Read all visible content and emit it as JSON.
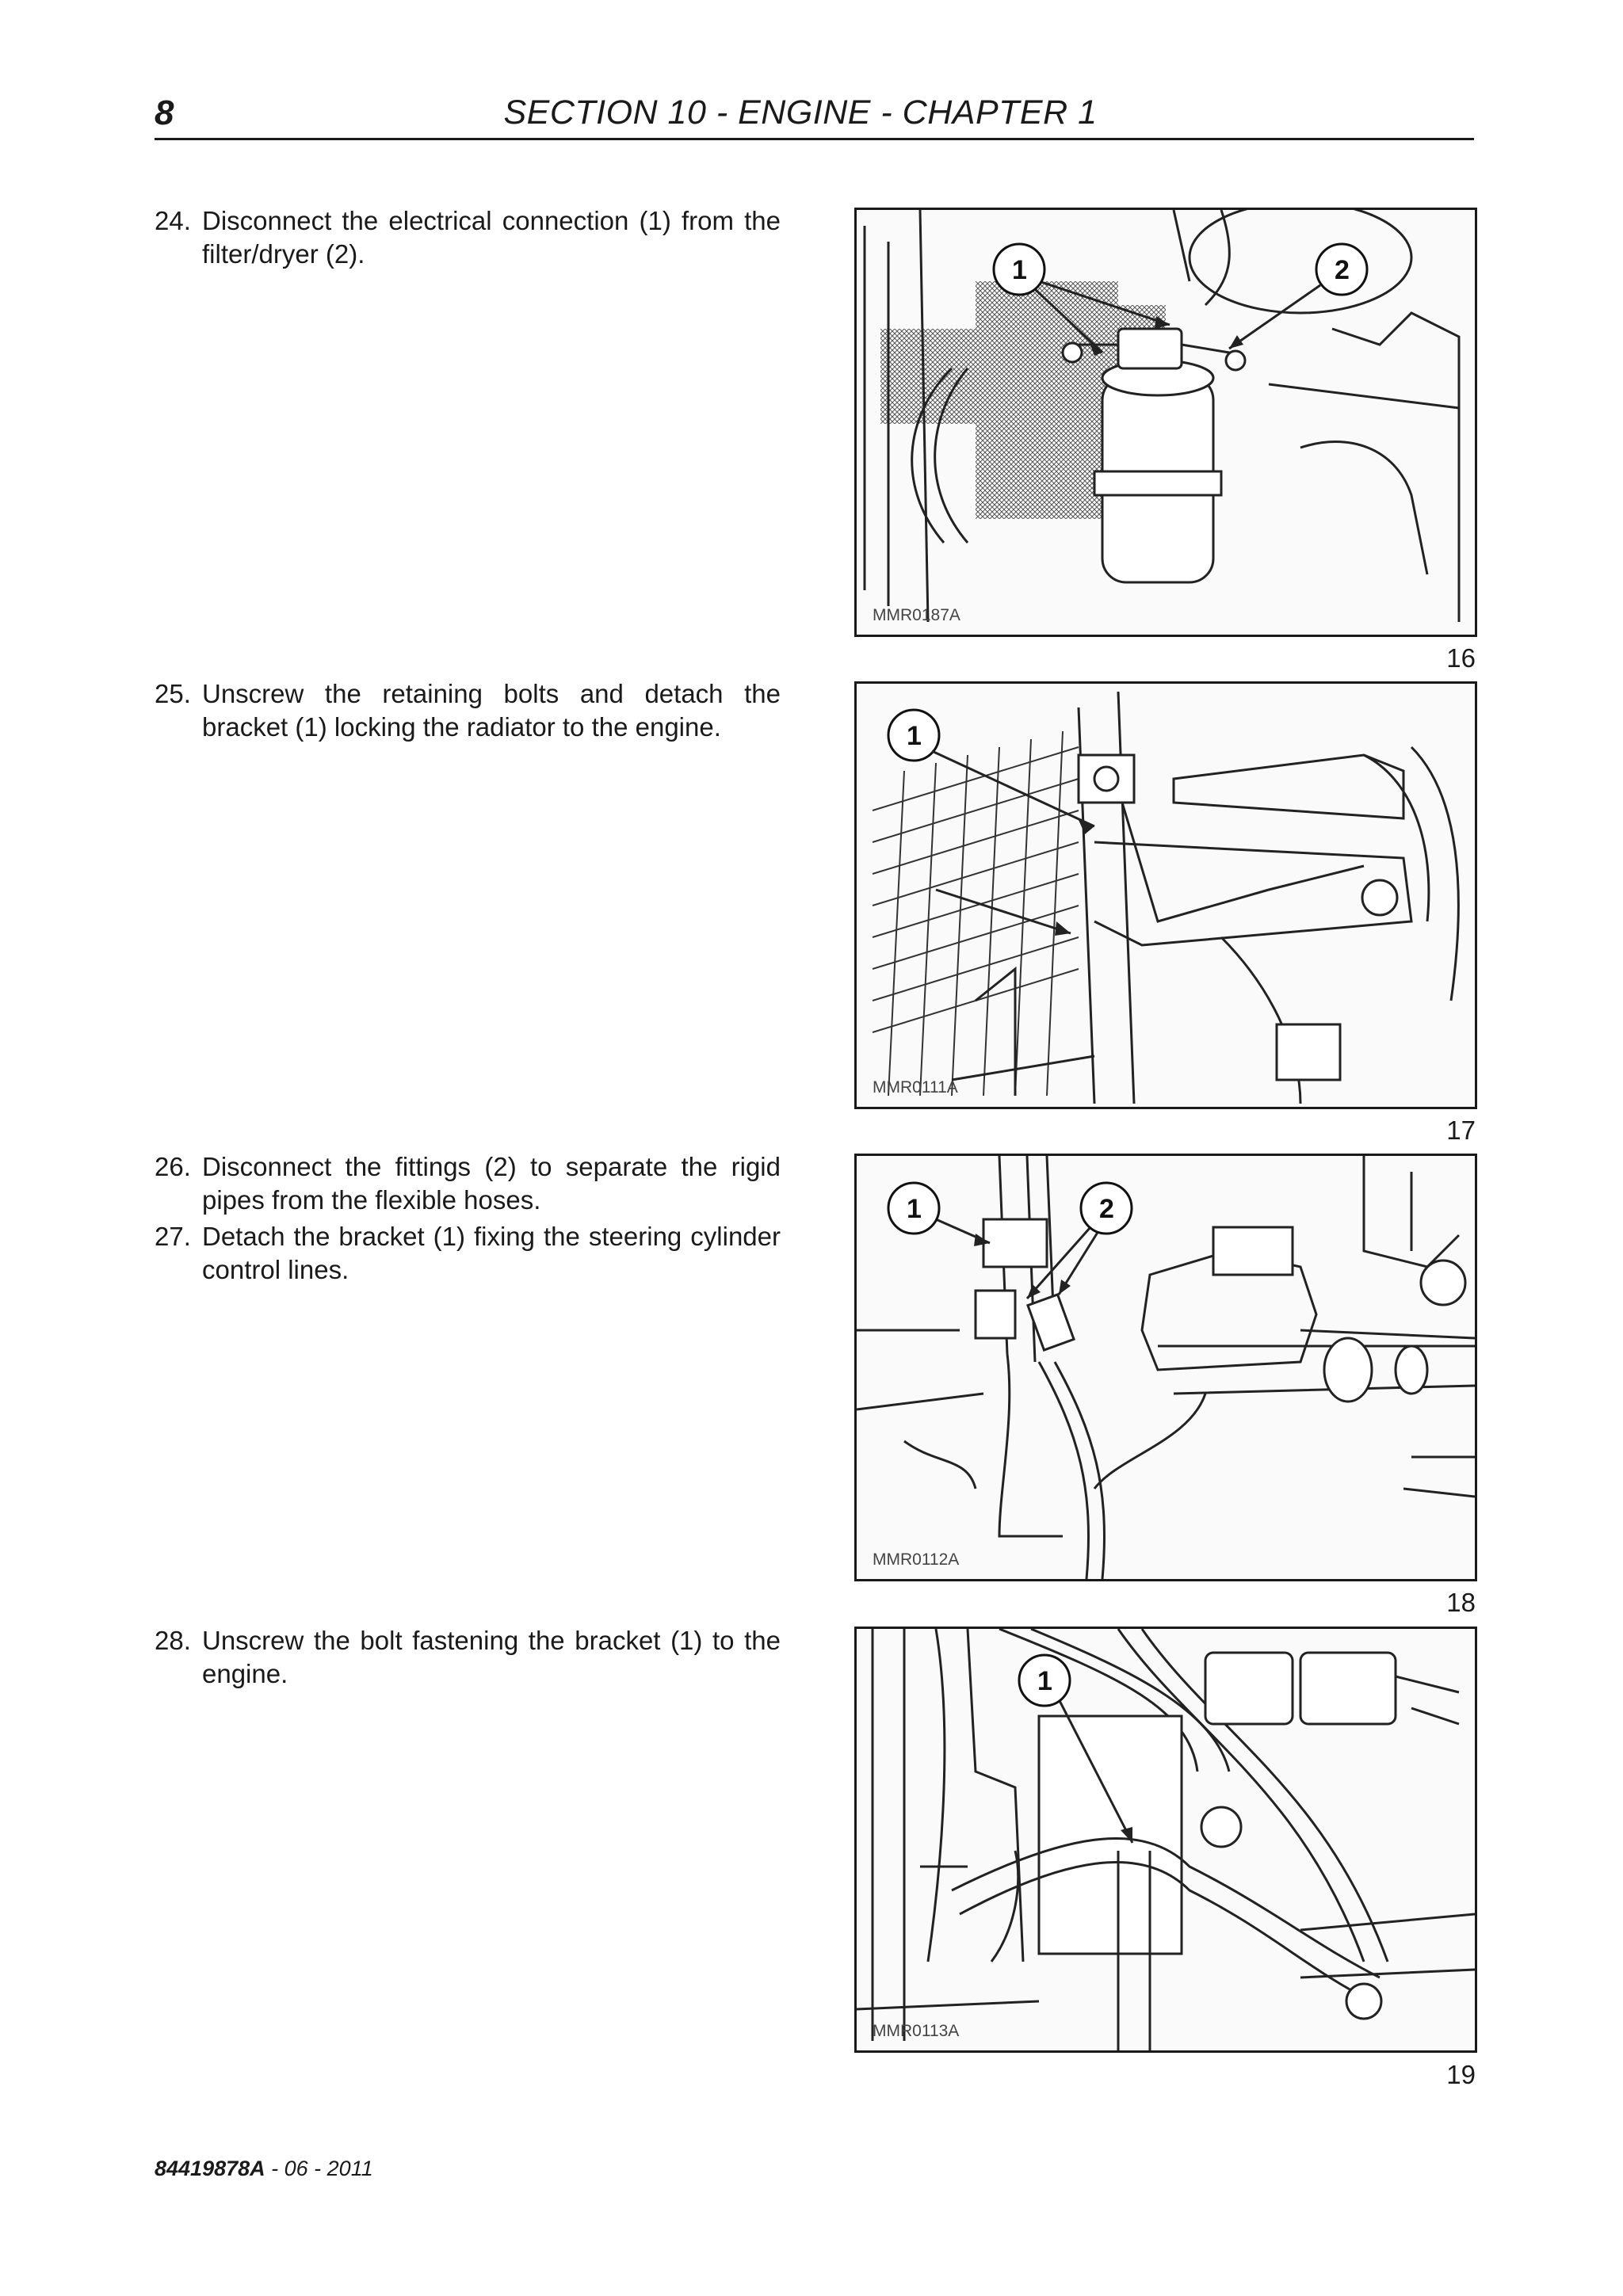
{
  "header": {
    "page_number": "8",
    "title": "SECTION 10 - ENGINE - CHAPTER 1"
  },
  "steps": [
    {
      "number": "24.",
      "text": "Disconnect the electrical connection (1) from the filter/dryer (2)."
    },
    {
      "number": "25.",
      "text": "Unscrew the retaining bolts and detach the bracket (1) locking the radiator to the engine."
    },
    {
      "number": "26.",
      "text": "Disconnect the fittings (2) to separate the rigid pipes from the flexible hoses."
    },
    {
      "number": "27.",
      "text": "Detach the bracket (1) fixing the steering cylinder control lines."
    },
    {
      "number": "28.",
      "text": "Unscrew the bolt fastening the bracket (1) to the engine."
    }
  ],
  "figures": [
    {
      "code": "MMR0187A",
      "number": "16",
      "callouts": [
        "1",
        "2"
      ]
    },
    {
      "code": "MMR0111A",
      "number": "17",
      "callouts": [
        "1"
      ]
    },
    {
      "code": "MMR0112A",
      "number": "18",
      "callouts": [
        "1",
        "2"
      ]
    },
    {
      "code": "MMR0113A",
      "number": "19",
      "callouts": [
        "1"
      ]
    }
  ],
  "footer": {
    "doc_code": "84419878A",
    "date": " - 06 - 2011"
  }
}
